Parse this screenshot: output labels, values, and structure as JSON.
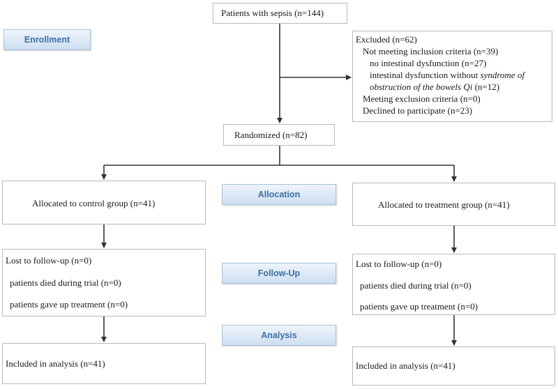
{
  "stages": {
    "enrollment": "Enrollment",
    "allocation": "Allocation",
    "follow_up": "Follow-Up",
    "analysis": "Analysis"
  },
  "boxes": {
    "patients": "Patients with sepsis (n=144)",
    "excluded": {
      "title": "Excluded  (n=62)",
      "not_meeting": "Not meeting inclusion criteria (n=39)",
      "no_intestinal": "no intestinal dysfunction (n=27)",
      "intestinal_pre": "intestinal dysfunction without ",
      "intestinal_italic1": "syndrome of",
      "intestinal_italic2": "obstruction of the bowels Qi",
      "intestinal_post": " (n=12)",
      "meeting_exclusion": "Meeting exclusion criteria (n=0)",
      "declined": "Declined to participate (n=23)"
    },
    "randomized": "Randomized (n=82)",
    "control": {
      "allocated": "Allocated to control  group (n=41)",
      "lost": "Lost to follow-up (n=0)",
      "died": "patients died during trial (n=0)",
      "gave_up": "patients gave up treatment (n=0)",
      "included": "Included in analysis  (n=41)"
    },
    "treatment": {
      "allocated": "Allocated to treatment group (n=41)",
      "lost": "Lost to follow-up (n=0)",
      "died": "patients died during trial (n=0)",
      "gave_up": "patients gave up treatment (n=0)",
      "included": "Included in analysis  (n=41)"
    }
  }
}
